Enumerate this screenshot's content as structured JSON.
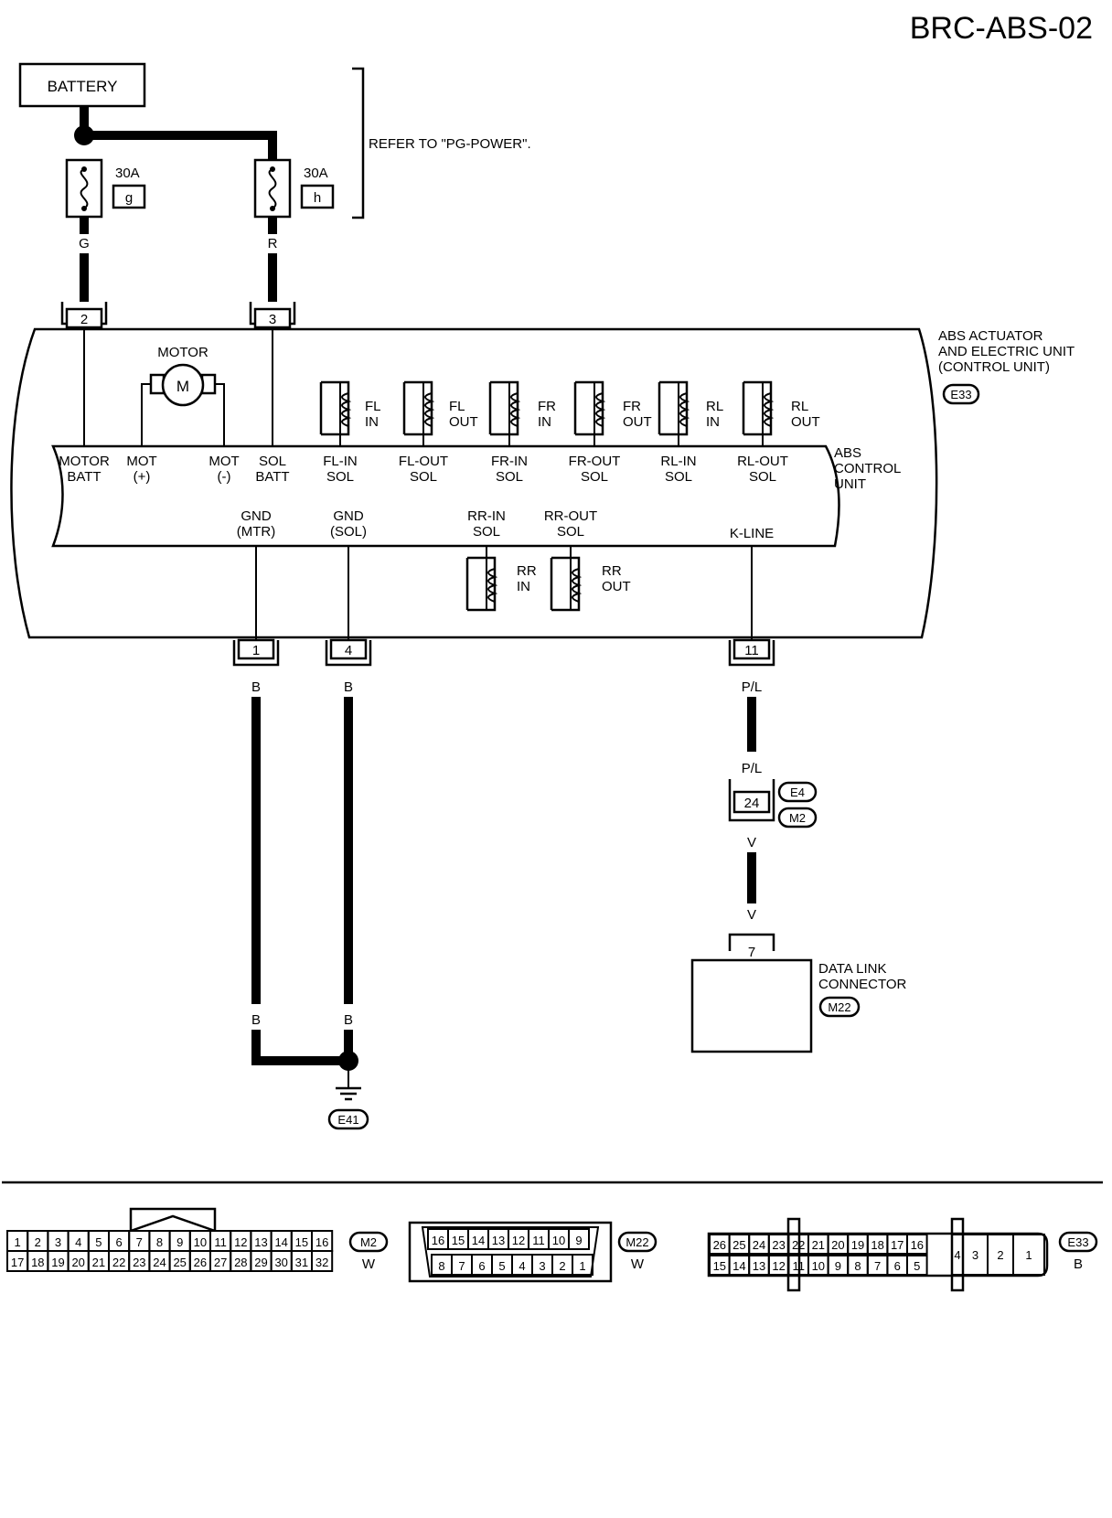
{
  "page_code": "BRC-ABS-02",
  "battery_label": "BATTERY",
  "refer_note": "REFER TO \"PG-POWER\".",
  "fuses": [
    {
      "rating": "30A",
      "id": "g",
      "wire": "G",
      "pin": "2"
    },
    {
      "rating": "30A",
      "id": "h",
      "wire": "R",
      "pin": "3"
    }
  ],
  "unit_name": [
    "ABS ACTUATOR",
    "AND ELECTRIC UNIT",
    "(CONTROL UNIT)"
  ],
  "unit_connector": "E33",
  "motor_label": "MOTOR",
  "motor_symbol": "M",
  "control_unit_label": [
    "ABS",
    "CONTROL",
    "UNIT"
  ],
  "top_terminals": [
    [
      "MOTOR",
      "BATT"
    ],
    [
      "MOT",
      "(+)"
    ],
    [
      "MOT",
      "(-)"
    ],
    [
      "SOL",
      "BATT"
    ],
    [
      "FL-IN",
      "SOL"
    ],
    [
      "FL-OUT",
      "SOL"
    ],
    [
      "FR-IN",
      "SOL"
    ],
    [
      "FR-OUT",
      "SOL"
    ],
    [
      "RL-IN",
      "SOL"
    ],
    [
      "RL-OUT",
      "SOL"
    ]
  ],
  "top_solenoids": [
    [
      "FL",
      "IN"
    ],
    [
      "FL",
      "OUT"
    ],
    [
      "FR",
      "IN"
    ],
    [
      "FR",
      "OUT"
    ],
    [
      "RL",
      "IN"
    ],
    [
      "RL",
      "OUT"
    ]
  ],
  "bottom_terminals": [
    [
      "GND",
      "(MTR)"
    ],
    [
      "GND",
      "(SOL)"
    ],
    [
      "RR-IN",
      "SOL"
    ],
    [
      "RR-OUT",
      "SOL"
    ],
    [
      "K-LINE"
    ]
  ],
  "bottom_solenoids": [
    [
      "RR",
      "IN"
    ],
    [
      "RR",
      "OUT"
    ]
  ],
  "ground_pins": [
    {
      "pin": "1",
      "wire_top": "B",
      "wire_bottom": "B"
    },
    {
      "pin": "4",
      "wire_top": "B",
      "wire_bottom": "B"
    }
  ],
  "ground_connector": "E41",
  "kline_pin": "11",
  "kline_wire": "P/L",
  "kline_wire_2": "P/L",
  "joint_pin": "24",
  "joint_connectors": [
    "E4",
    "M2"
  ],
  "dlc_wire": "V",
  "dlc_wire_2": "V",
  "dlc_pin": "7",
  "dlc_name": [
    "DATA LINK",
    "CONNECTOR"
  ],
  "dlc_connector": "M22",
  "connector_views": {
    "m2": {
      "id": "M2",
      "color": "W",
      "top": [
        "1",
        "2",
        "3",
        "4",
        "5",
        "6",
        "7",
        "8",
        "9",
        "10",
        "11",
        "12",
        "13",
        "14",
        "15",
        "16"
      ],
      "bottom": [
        "17",
        "18",
        "19",
        "20",
        "21",
        "22",
        "23",
        "24",
        "25",
        "26",
        "27",
        "28",
        "29",
        "30",
        "31",
        "32"
      ]
    },
    "m22": {
      "id": "M22",
      "color": "W",
      "top": [
        "16",
        "15",
        "14",
        "13",
        "12",
        "11",
        "10",
        "9"
      ],
      "bottom": [
        "8",
        "7",
        "6",
        "5",
        "4",
        "3",
        "2",
        "1"
      ]
    },
    "e33": {
      "id": "E33",
      "color": "B",
      "top": [
        "26",
        "25",
        "24",
        "23",
        "22",
        "21",
        "20",
        "19",
        "18",
        "17",
        "16"
      ],
      "bottom": [
        "15",
        "14",
        "13",
        "12",
        "11",
        "10",
        "9",
        "8",
        "7",
        "6",
        "5"
      ],
      "big": [
        "4",
        "3",
        "2",
        "1"
      ]
    }
  }
}
